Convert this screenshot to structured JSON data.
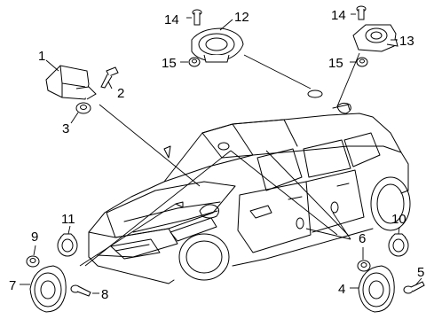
{
  "callouts": {
    "c1": "1",
    "c2": "2",
    "c3": "3",
    "c4": "4",
    "c5": "5",
    "c6": "6",
    "c7": "7",
    "c8": "8",
    "c9": "9",
    "c10": "10",
    "c11": "11",
    "c12": "12",
    "c13": "13",
    "c14a": "14",
    "c14b": "14",
    "c15a": "15",
    "c15b": "15"
  }
}
